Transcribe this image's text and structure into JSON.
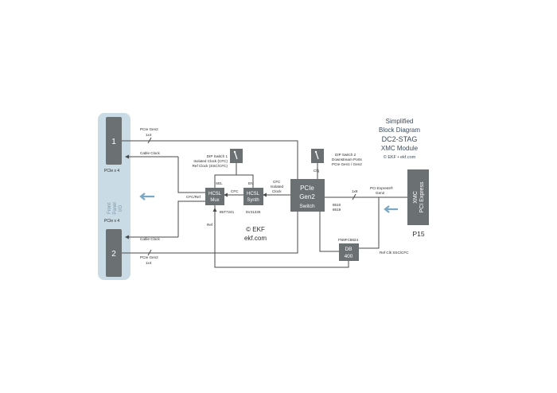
{
  "title": {
    "line1": "Simplified",
    "line2": "Block Diagram",
    "line3": "DC2-STAG",
    "line4": "XMC Module",
    "line5": "© EKF • ekf.com"
  },
  "front_panel": {
    "port1": "1",
    "port2": "2",
    "label_line1": "Front",
    "label_line2": "Panel",
    "label_line3": "I/O",
    "pcie_x4_top": "PCIe x 4",
    "pcie_x4_bottom": "PCIe x 4"
  },
  "labels": {
    "pcie_gen2_top_1": "PCIe Gen2",
    "pcie_gen2_top_2": "1x4",
    "pcie_gen2_bot_1": "PCIe Gen2",
    "pcie_gen2_bot_2": "1x4",
    "cable_clock_top": "Cable Clock",
    "cable_clock_bottom": "Cable Clock",
    "cfc_ref": "CFC/Ref",
    "sel": "SEL",
    "en": "EN",
    "cfc": "CFC",
    "cfc_isolated_1": "CFC",
    "cfc_isolated_2": "Isolated",
    "cfc_isolated_3": "Clock",
    "dip1_1": "DIP Switch 1",
    "dip1_2": "Isolated Clock (CFC)",
    "dip1_3": "Ref Clock (SSC/CFC)",
    "dip2_1": "DIP Switch 2",
    "dip2_2": "Downstream Ports",
    "dip2_3": "PCIe Gen1 / Gen2",
    "cfg": "Cfg",
    "bs1": "85T7241",
    "bs2": "5V41235",
    "ref": "Ref",
    "x1x8": "1x8",
    "pcie_express_1": "PCI Express®",
    "pcie_express_2": "Gen2",
    "p8610": "8610",
    "p8619": "8619",
    "fanout": "FN9FC8824",
    "ref_clk": "Ref Clk SSC/CFC",
    "copyright_1": "© EKF",
    "copyright_2": "ekf.com"
  },
  "blocks": {
    "hcsl_mux_1": "HCSL",
    "hcsl_mux_2": "Mux",
    "hcsl_synth_1": "HCSL",
    "hcsl_synth_2": "Synth",
    "pcie_switch_1": "PCIe",
    "pcie_switch_2": "Gen2",
    "pcie_switch_3": "Switch",
    "db_1": "DB",
    "db_2": "400",
    "xmc_1": "XMC",
    "xmc_2": "PCI Express",
    "p15": "P15"
  },
  "colors": {
    "block_fill": "#6b7073",
    "panel_fill": "#c9dbe4",
    "arrow": "#7aa7c4",
    "line": "#4a4a4a",
    "title": "#3a4a5a"
  }
}
